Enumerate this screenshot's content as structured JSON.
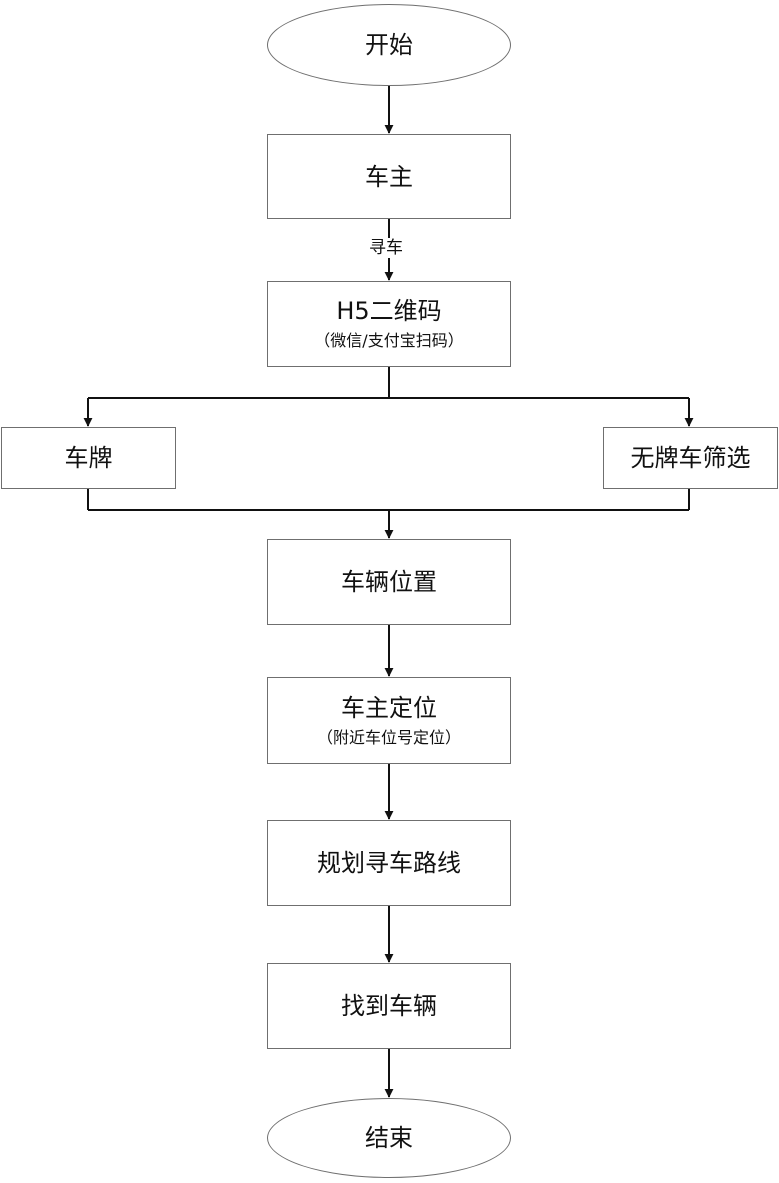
{
  "nodes": {
    "start": {
      "label": "开始"
    },
    "owner": {
      "label": "车主"
    },
    "qr": {
      "label": "H5二维码",
      "sub": "（微信/支付宝扫码）"
    },
    "plate": {
      "label": "车牌"
    },
    "no_plate": {
      "label": "无牌车筛选"
    },
    "vehicle_position": {
      "label": "车辆位置"
    },
    "owner_location": {
      "label": "车主定位",
      "sub": "（附近车位号定位）"
    },
    "route": {
      "label": "规划寻车路线"
    },
    "found": {
      "label": "找到车辆"
    },
    "end": {
      "label": "结束"
    }
  },
  "edges": {
    "find_car": {
      "label": "寻车"
    }
  },
  "colors": {
    "stroke": "#111111",
    "border": "#6f6f6f"
  }
}
